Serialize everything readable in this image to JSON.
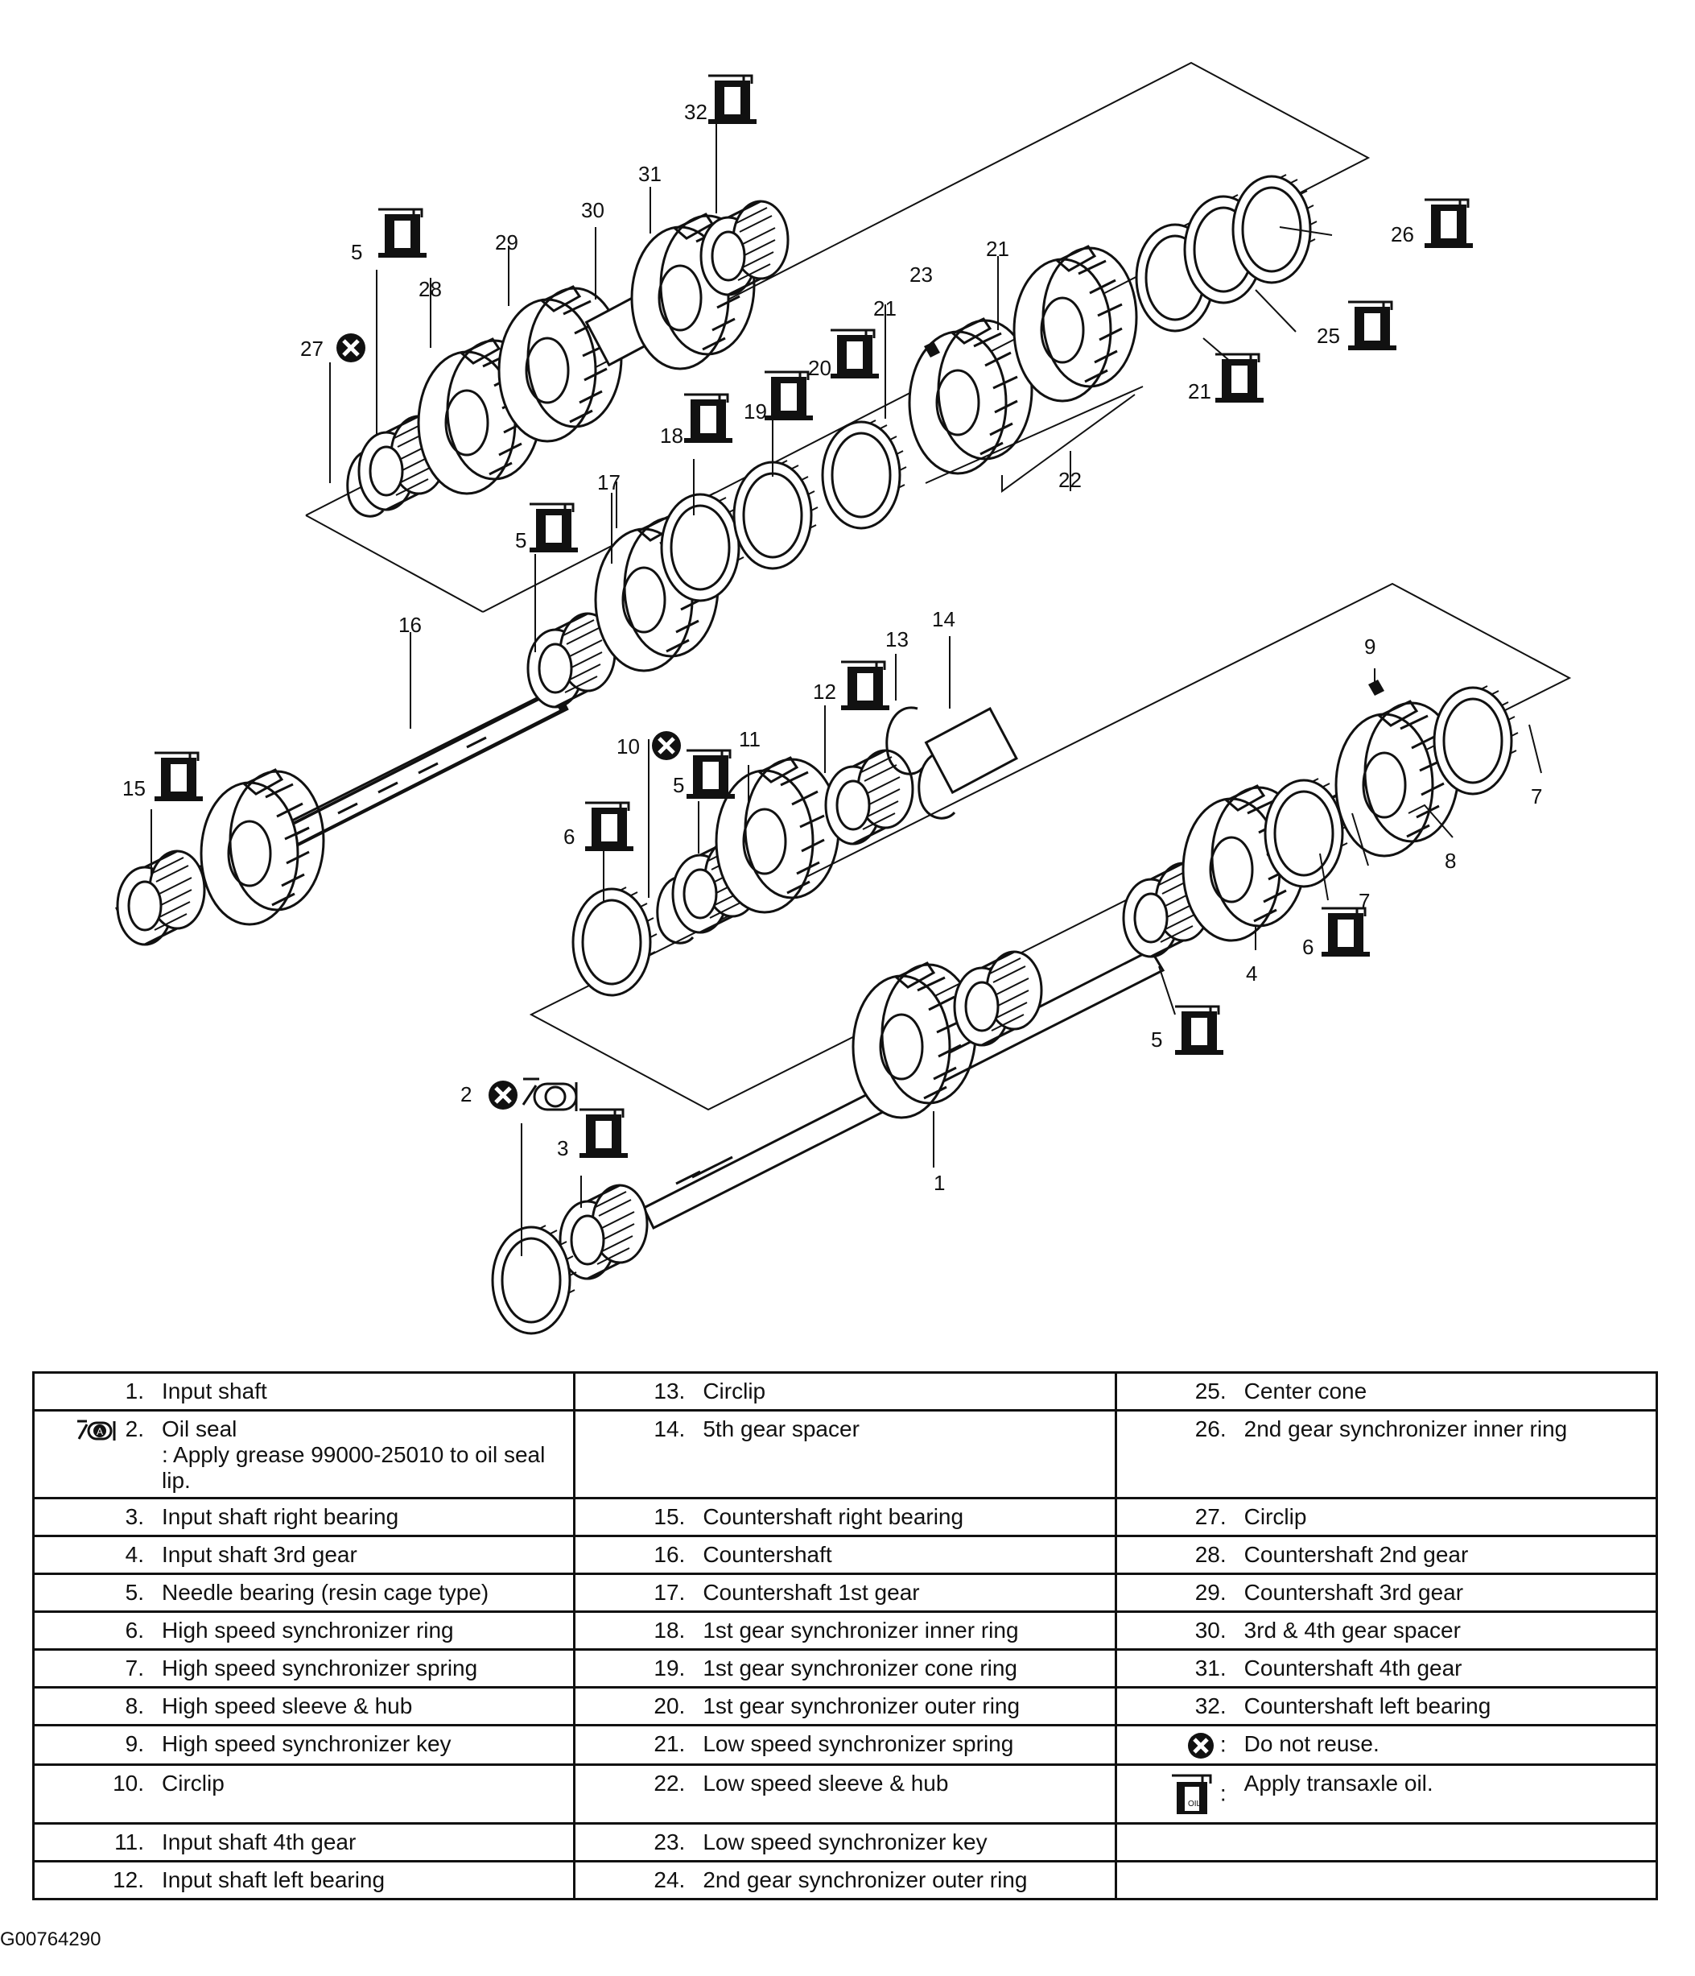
{
  "callouts": [
    {
      "id": "c32",
      "text": "32"
    },
    {
      "id": "c31",
      "text": "31"
    },
    {
      "id": "c30",
      "text": "30"
    },
    {
      "id": "c29",
      "text": "29"
    },
    {
      "id": "c28",
      "text": "28"
    },
    {
      "id": "c27",
      "text": "27"
    },
    {
      "id": "c5a",
      "text": "5"
    },
    {
      "id": "c26",
      "text": "26"
    },
    {
      "id": "c25",
      "text": "25"
    },
    {
      "id": "c23",
      "text": "23"
    },
    {
      "id": "c21a",
      "text": "21"
    },
    {
      "id": "c21b",
      "text": "21"
    },
    {
      "id": "c21c",
      "text": "21"
    },
    {
      "id": "c20",
      "text": "20"
    },
    {
      "id": "c19",
      "text": "19"
    },
    {
      "id": "c18",
      "text": "18"
    },
    {
      "id": "c22",
      "text": "22"
    },
    {
      "id": "c17",
      "text": "17"
    },
    {
      "id": "c5b",
      "text": "5"
    },
    {
      "id": "c16",
      "text": "16"
    },
    {
      "id": "c15",
      "text": "15"
    },
    {
      "id": "c14",
      "text": "14"
    },
    {
      "id": "c13",
      "text": "13"
    },
    {
      "id": "c12",
      "text": "12"
    },
    {
      "id": "c11",
      "text": "11"
    },
    {
      "id": "c10",
      "text": "10"
    },
    {
      "id": "c5c",
      "text": "5"
    },
    {
      "id": "c6a",
      "text": "6"
    },
    {
      "id": "c9",
      "text": "9"
    },
    {
      "id": "c7a",
      "text": "7"
    },
    {
      "id": "c7b",
      "text": "7"
    },
    {
      "id": "c8",
      "text": "8"
    },
    {
      "id": "c6b",
      "text": "6"
    },
    {
      "id": "c4",
      "text": "4"
    },
    {
      "id": "c5d",
      "text": "5"
    },
    {
      "id": "c1",
      "text": "1"
    },
    {
      "id": "c2",
      "text": "2"
    },
    {
      "id": "c3",
      "text": "3"
    }
  ],
  "oil_icon_text": "OIL",
  "grease_icon_text": "A",
  "legend": {
    "col1": [
      {
        "num": "1.",
        "text": "Input shaft"
      },
      {
        "num": "2.",
        "text": "Oil seal",
        "sub": ": Apply grease 99000-25010 to oil seal lip.",
        "icon": "grease-icon"
      },
      {
        "num": "3.",
        "text": "Input shaft right bearing"
      },
      {
        "num": "4.",
        "text": "Input shaft 3rd gear"
      },
      {
        "num": "5.",
        "text": "Needle bearing (resin cage type)"
      },
      {
        "num": "6.",
        "text": "High speed synchronizer ring"
      },
      {
        "num": "7.",
        "text": "High speed synchronizer spring"
      },
      {
        "num": "8.",
        "text": "High speed sleeve & hub"
      },
      {
        "num": "9.",
        "text": "High speed synchronizer key"
      },
      {
        "num": "10.",
        "text": "Circlip"
      },
      {
        "num": "11.",
        "text": "Input shaft 4th gear"
      },
      {
        "num": "12.",
        "text": "Input shaft left bearing"
      }
    ],
    "col2": [
      {
        "num": "13.",
        "text": "Circlip"
      },
      {
        "num": "14.",
        "text": "5th gear spacer"
      },
      {
        "num": "15.",
        "text": "Countershaft right bearing"
      },
      {
        "num": "16.",
        "text": "Countershaft"
      },
      {
        "num": "17.",
        "text": "Countershaft 1st gear"
      },
      {
        "num": "18.",
        "text": "1st gear synchronizer inner ring"
      },
      {
        "num": "19.",
        "text": "1st gear synchronizer cone ring"
      },
      {
        "num": "20.",
        "text": "1st gear synchronizer outer ring"
      },
      {
        "num": "21.",
        "text": "Low speed synchronizer spring"
      },
      {
        "num": "22.",
        "text": "Low speed sleeve & hub"
      },
      {
        "num": "23.",
        "text": "Low speed synchronizer key"
      },
      {
        "num": "24.",
        "text": "2nd gear synchronizer outer ring"
      }
    ],
    "col3": [
      {
        "num": "25.",
        "text": "Center cone"
      },
      {
        "num": "26.",
        "text": "2nd gear synchronizer inner ring"
      },
      {
        "num": "27.",
        "text": "Circlip"
      },
      {
        "num": "28.",
        "text": "Countershaft 2nd gear"
      },
      {
        "num": "29.",
        "text": "Countershaft 3rd gear"
      },
      {
        "num": "30.",
        "text": "3rd & 4th gear spacer"
      },
      {
        "num": "31.",
        "text": "Countershaft 4th gear"
      },
      {
        "num": "32.",
        "text": "Countershaft left bearing"
      },
      {
        "num": ":",
        "text": "Do not reuse.",
        "icon": "do-not-reuse-icon"
      },
      {
        "num": ":",
        "text": "Apply transaxle oil.",
        "icon": "oil-icon"
      },
      {
        "num": "",
        "text": ""
      },
      {
        "num": "",
        "text": ""
      }
    ]
  },
  "figure_code": "G00764290"
}
